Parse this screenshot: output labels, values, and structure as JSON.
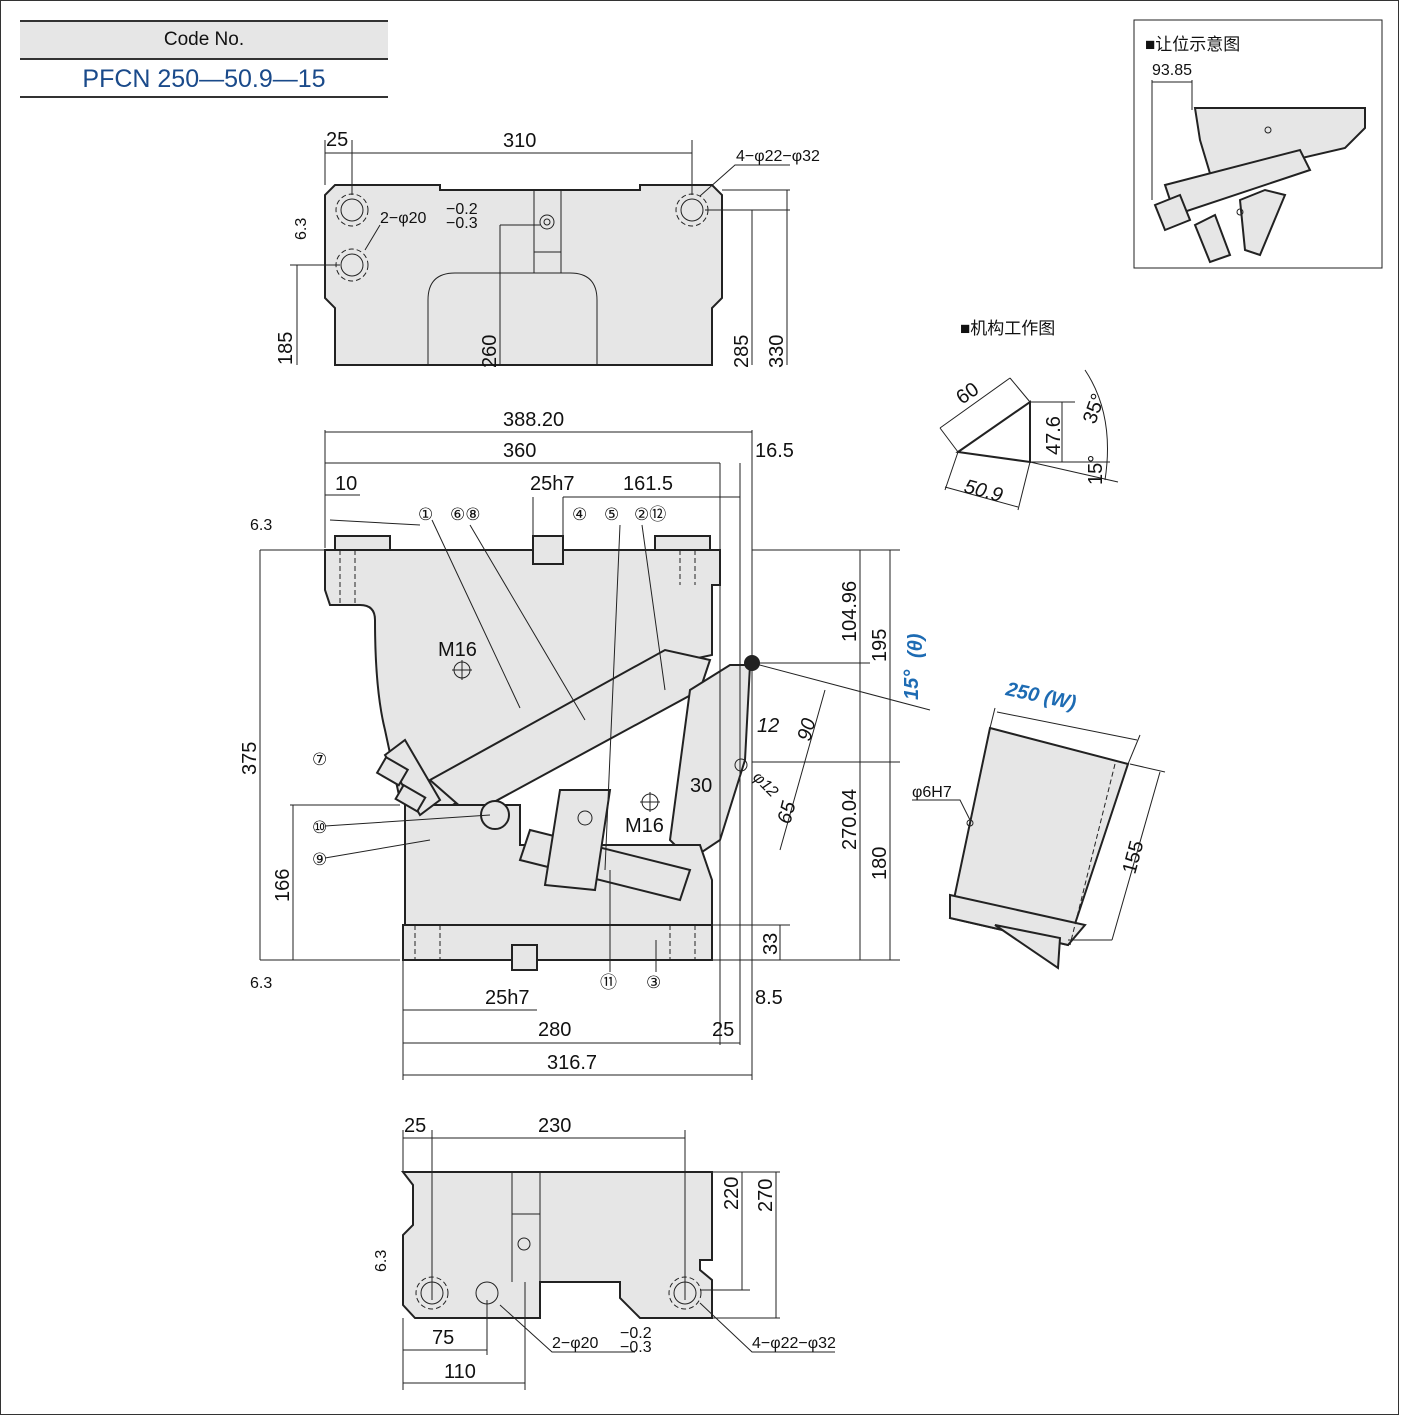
{
  "code": {
    "label": "Code No.",
    "value": "PFCN 250—50.9—15"
  },
  "top_view": {
    "dims": [
      "25",
      "310",
      "4−φ22−φ32",
      "2−φ20",
      "−0.2",
      "−0.3",
      "185",
      "260",
      "285",
      "330"
    ],
    "roughness": "6.3"
  },
  "front_view": {
    "dims": [
      "388.20",
      "360",
      "16.5",
      "10",
      "25h7",
      "161.5",
      "104.96",
      "195",
      "15°",
      "(θ)",
      "12",
      "90",
      "30",
      "φ12",
      "65",
      "270.04",
      "180",
      "375",
      "166",
      "33",
      "25h7",
      "280",
      "25",
      "8.5",
      "316.7",
      "M16",
      "M16"
    ],
    "part_numbers": [
      "①",
      "⑥⑧",
      "④",
      "⑤",
      "②⑫",
      "⑦",
      "⑩",
      "⑨",
      "⑪",
      "③"
    ],
    "roughness": "6.3"
  },
  "bottom_view": {
    "dims": [
      "25",
      "230",
      "220",
      "270",
      "75",
      "110",
      "2−φ20",
      "−0.2",
      "−0.3",
      "4−φ22−φ32"
    ],
    "roughness": "6.3"
  },
  "relief_diagram": {
    "title": "■让位示意图",
    "dim": "93.85"
  },
  "mechanism_diagram": {
    "title": "■机构工作图",
    "dims": [
      "60",
      "47.6",
      "35°",
      "15°",
      "50.9"
    ]
  },
  "iso_view": {
    "width": "250",
    "width_var": "(W)",
    "hole": "φ6H7",
    "height": "155"
  }
}
